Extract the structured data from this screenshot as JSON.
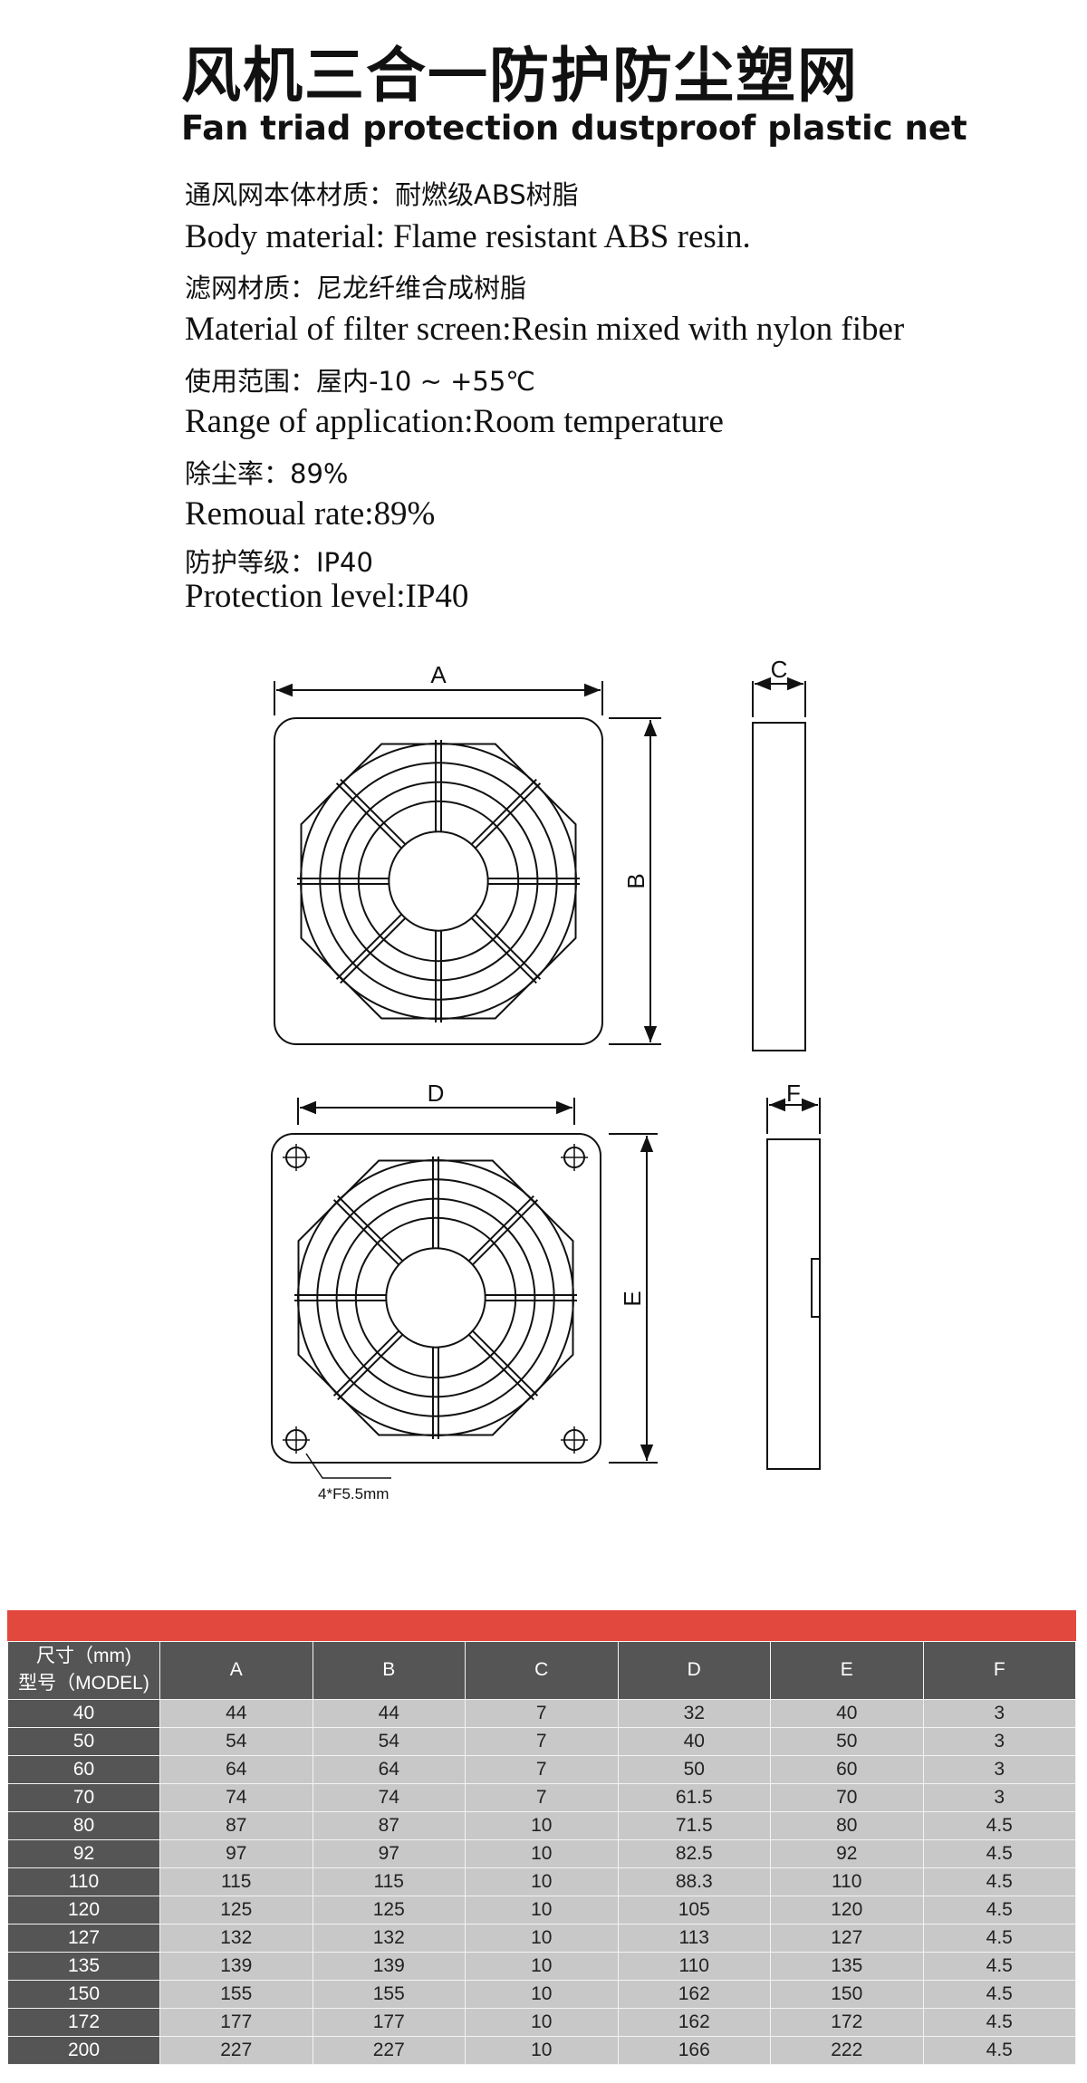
{
  "title_cn": "风机三合一防护防尘塑网",
  "title_en": "Fan triad protection dustproof plastic net",
  "specs": [
    {
      "lang": "cn",
      "text": "通风网本体材质：耐燃级ABS树脂"
    },
    {
      "lang": "en",
      "text": "Body material: Flame resistant ABS resin."
    },
    {
      "lang": "cn",
      "text": "滤网材质：尼龙纤维合成树脂"
    },
    {
      "lang": "en",
      "text": "Material of filter screen:Resin mixed with nylon fiber"
    },
    {
      "lang": "cn",
      "text": "使用范围：屋内-10 ~ +55℃"
    },
    {
      "lang": "en",
      "text": "Range of application:Room temperature"
    },
    {
      "lang": "cn",
      "text": "除尘率：89%"
    },
    {
      "lang": "en",
      "text": "Remoual rate:89%"
    },
    {
      "lang": "cn",
      "text": "防护等级：IP40"
    },
    {
      "lang": "en",
      "text": "Protection level:IP40"
    }
  ],
  "drawing": {
    "dim_a": "A",
    "dim_b": "B",
    "dim_c": "C",
    "dim_d": "D",
    "dim_e": "E",
    "dim_f": "F",
    "hole_note": "4*F5.5mm"
  },
  "table": {
    "corner_top": "尺寸（mm)",
    "corner_bottom": "型号（MODEL)",
    "columns": [
      "A",
      "B",
      "C",
      "D",
      "E",
      "F"
    ],
    "rows": [
      {
        "model": "40",
        "values": [
          "44",
          "44",
          "7",
          "32",
          "40",
          "3"
        ]
      },
      {
        "model": "50",
        "values": [
          "54",
          "54",
          "7",
          "40",
          "50",
          "3"
        ]
      },
      {
        "model": "60",
        "values": [
          "64",
          "64",
          "7",
          "50",
          "60",
          "3"
        ]
      },
      {
        "model": "70",
        "values": [
          "74",
          "74",
          "7",
          "61.5",
          "70",
          "3"
        ]
      },
      {
        "model": "80",
        "values": [
          "87",
          "87",
          "10",
          "71.5",
          "80",
          "4.5"
        ]
      },
      {
        "model": "92",
        "values": [
          "97",
          "97",
          "10",
          "82.5",
          "92",
          "4.5"
        ]
      },
      {
        "model": "110",
        "values": [
          "115",
          "115",
          "10",
          "88.3",
          "110",
          "4.5"
        ]
      },
      {
        "model": "120",
        "values": [
          "125",
          "125",
          "10",
          "105",
          "120",
          "4.5"
        ]
      },
      {
        "model": "127",
        "values": [
          "132",
          "132",
          "10",
          "113",
          "127",
          "4.5"
        ]
      },
      {
        "model": "135",
        "values": [
          "139",
          "139",
          "10",
          "110",
          "135",
          "4.5"
        ]
      },
      {
        "model": "150",
        "values": [
          "155",
          "155",
          "10",
          "162",
          "150",
          "4.5"
        ]
      },
      {
        "model": "172",
        "values": [
          "177",
          "177",
          "10",
          "162",
          "172",
          "4.5"
        ]
      },
      {
        "model": "200",
        "values": [
          "227",
          "227",
          "10",
          "166",
          "222",
          "4.5"
        ]
      }
    ]
  },
  "colors": {
    "accent_red": "#e2483e",
    "header_gray": "#555555",
    "cell_gray": "#c8c8c8"
  }
}
